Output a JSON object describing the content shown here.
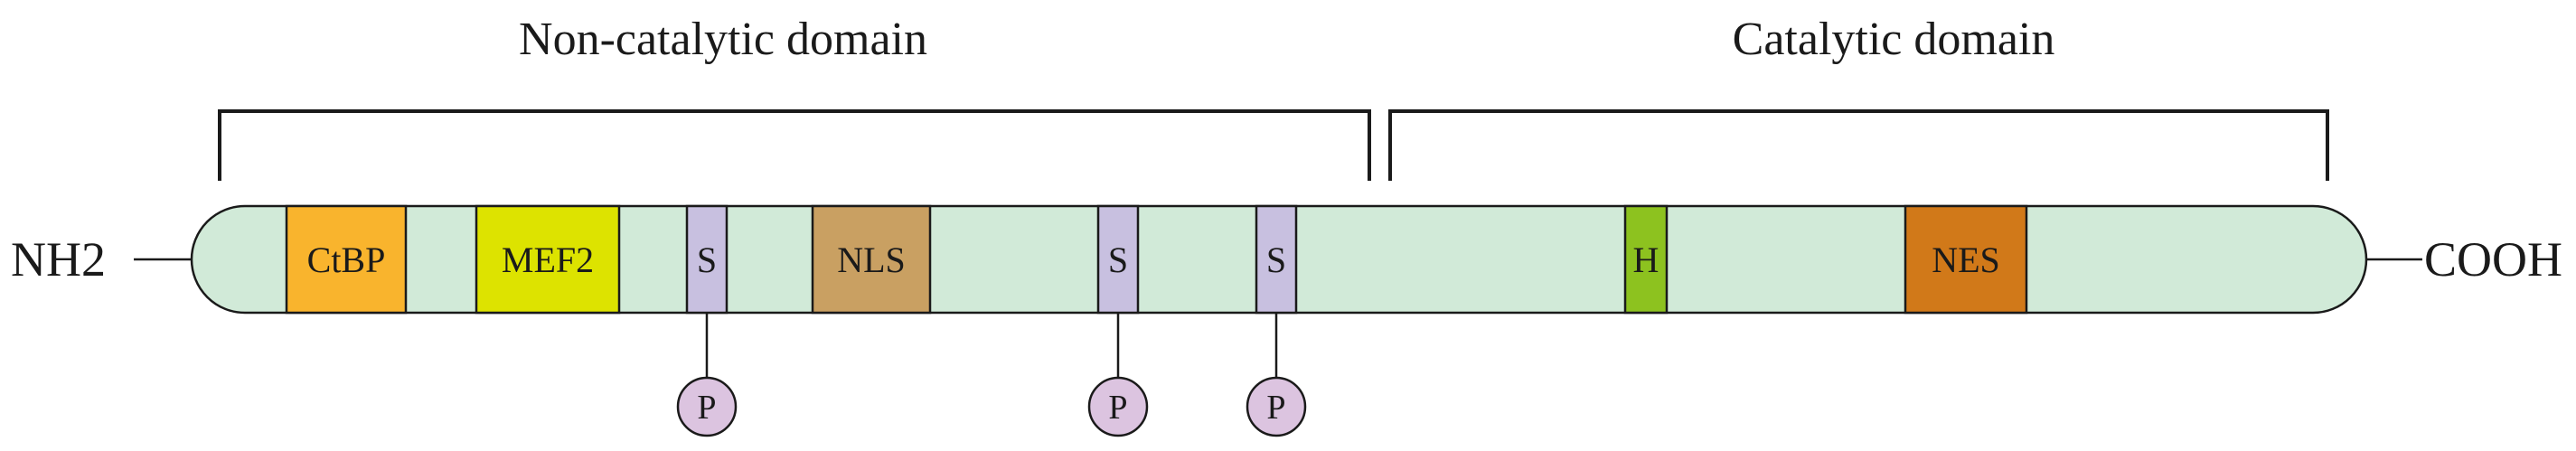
{
  "domains": {
    "non_catalytic": "Non-catalytic domain",
    "catalytic": "Catalytic domain"
  },
  "termini": {
    "n": "NH2",
    "c": "COOH"
  },
  "segments": [
    {
      "key": "ctbp",
      "label": "CtBP",
      "color": "#F9B42D"
    },
    {
      "key": "mef2",
      "label": "MEF2",
      "color": "#DDE300"
    },
    {
      "key": "s1",
      "label": "S",
      "color": "#C8C0E0"
    },
    {
      "key": "nls",
      "label": "NLS",
      "color": "#C9A062"
    },
    {
      "key": "s2",
      "label": "S",
      "color": "#C8C0E0"
    },
    {
      "key": "s3",
      "label": "S",
      "color": "#C8C0E0"
    },
    {
      "key": "h",
      "label": "H",
      "color": "#8DC21F"
    },
    {
      "key": "nes",
      "label": "NES",
      "color": "#D17919"
    }
  ],
  "phosphorylation_sites": [
    {
      "label": "P",
      "color": "#DCC4E0"
    },
    {
      "label": "P",
      "color": "#DCC4E0"
    },
    {
      "label": "P",
      "color": "#DCC4E0"
    }
  ],
  "colors": {
    "protein_body": "#D1EAD8",
    "line": "#1a1a1a"
  }
}
